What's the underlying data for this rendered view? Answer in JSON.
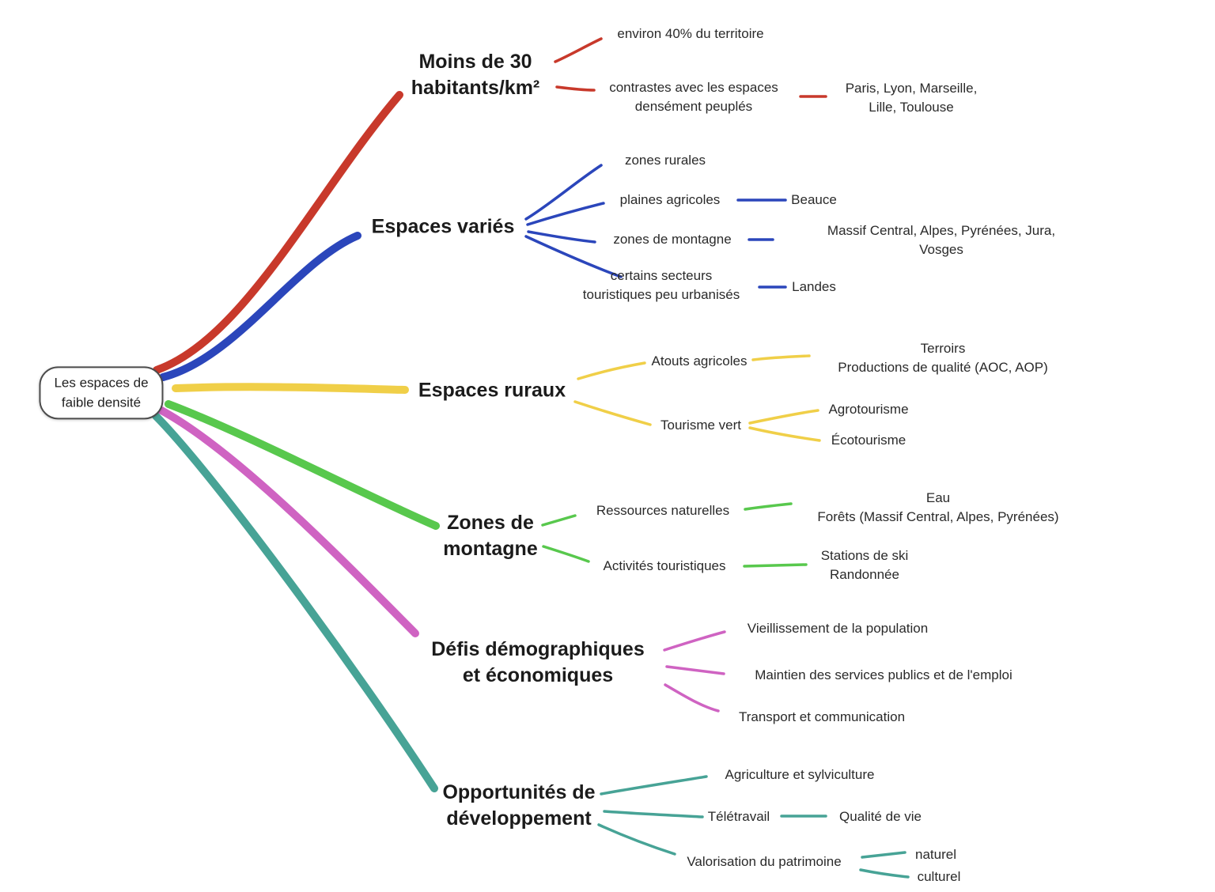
{
  "root": {
    "label": "Les espaces de\nfaible densité"
  },
  "branches": [
    {
      "name": "moins-de-30-habitants",
      "color": "#c8392b",
      "label": "Moins de 30\nhabitants/km²",
      "children": [
        {
          "label": "environ 40% du territoire"
        },
        {
          "label": "contrastes avec les espaces\ndensément peuplés",
          "children": [
            {
              "label": "Paris, Lyon, Marseille,\nLille, Toulouse"
            }
          ]
        }
      ]
    },
    {
      "name": "espaces-varies",
      "color": "#2b46bb",
      "label": "Espaces variés",
      "children": [
        {
          "label": "zones rurales"
        },
        {
          "label": "plaines agricoles",
          "children": [
            {
              "label": "Beauce"
            }
          ]
        },
        {
          "label": "zones de montagne",
          "children": [
            {
              "label": "Massif Central, Alpes, Pyrénées, Jura, Vosges"
            }
          ]
        },
        {
          "label": "certains secteurs\ntouristiques peu urbanisés",
          "children": [
            {
              "label": "Landes"
            }
          ]
        }
      ]
    },
    {
      "name": "espaces-ruraux",
      "color": "#f0cf48",
      "label": "Espaces ruraux",
      "children": [
        {
          "label": "Atouts agricoles",
          "children": [
            {
              "label": "Terroirs\nProductions de qualité (AOC, AOP)"
            }
          ]
        },
        {
          "label": "Tourisme vert",
          "children": [
            {
              "label": "Agrotourisme"
            },
            {
              "label": "Écotourisme"
            }
          ]
        }
      ]
    },
    {
      "name": "zones-de-montagne",
      "color": "#58c84d",
      "label": "Zones de\nmontagne",
      "children": [
        {
          "label": "Ressources naturelles",
          "children": [
            {
              "label": "Eau\nForêts (Massif Central, Alpes, Pyrénées)"
            }
          ]
        },
        {
          "label": "Activités touristiques",
          "children": [
            {
              "label": "Stations de ski\nRandonnée"
            }
          ]
        }
      ]
    },
    {
      "name": "defis-demographiques",
      "color": "#cf63c2",
      "label": "Défis démographiques\net économiques",
      "children": [
        {
          "label": "Vieillissement de la population"
        },
        {
          "label": "Maintien des services publics et de l'emploi"
        },
        {
          "label": "Transport et communication"
        }
      ]
    },
    {
      "name": "opportunites-developpement",
      "color": "#47a396",
      "label": "Opportunités de\ndéveloppement",
      "children": [
        {
          "label": "Agriculture et sylviculture"
        },
        {
          "label": "Télétravail",
          "children": [
            {
              "label": "Qualité de vie"
            }
          ]
        },
        {
          "label": "Valorisation du patrimoine",
          "children": [
            {
              "label": "naturel"
            },
            {
              "label": "culturel"
            }
          ]
        }
      ]
    }
  ]
}
